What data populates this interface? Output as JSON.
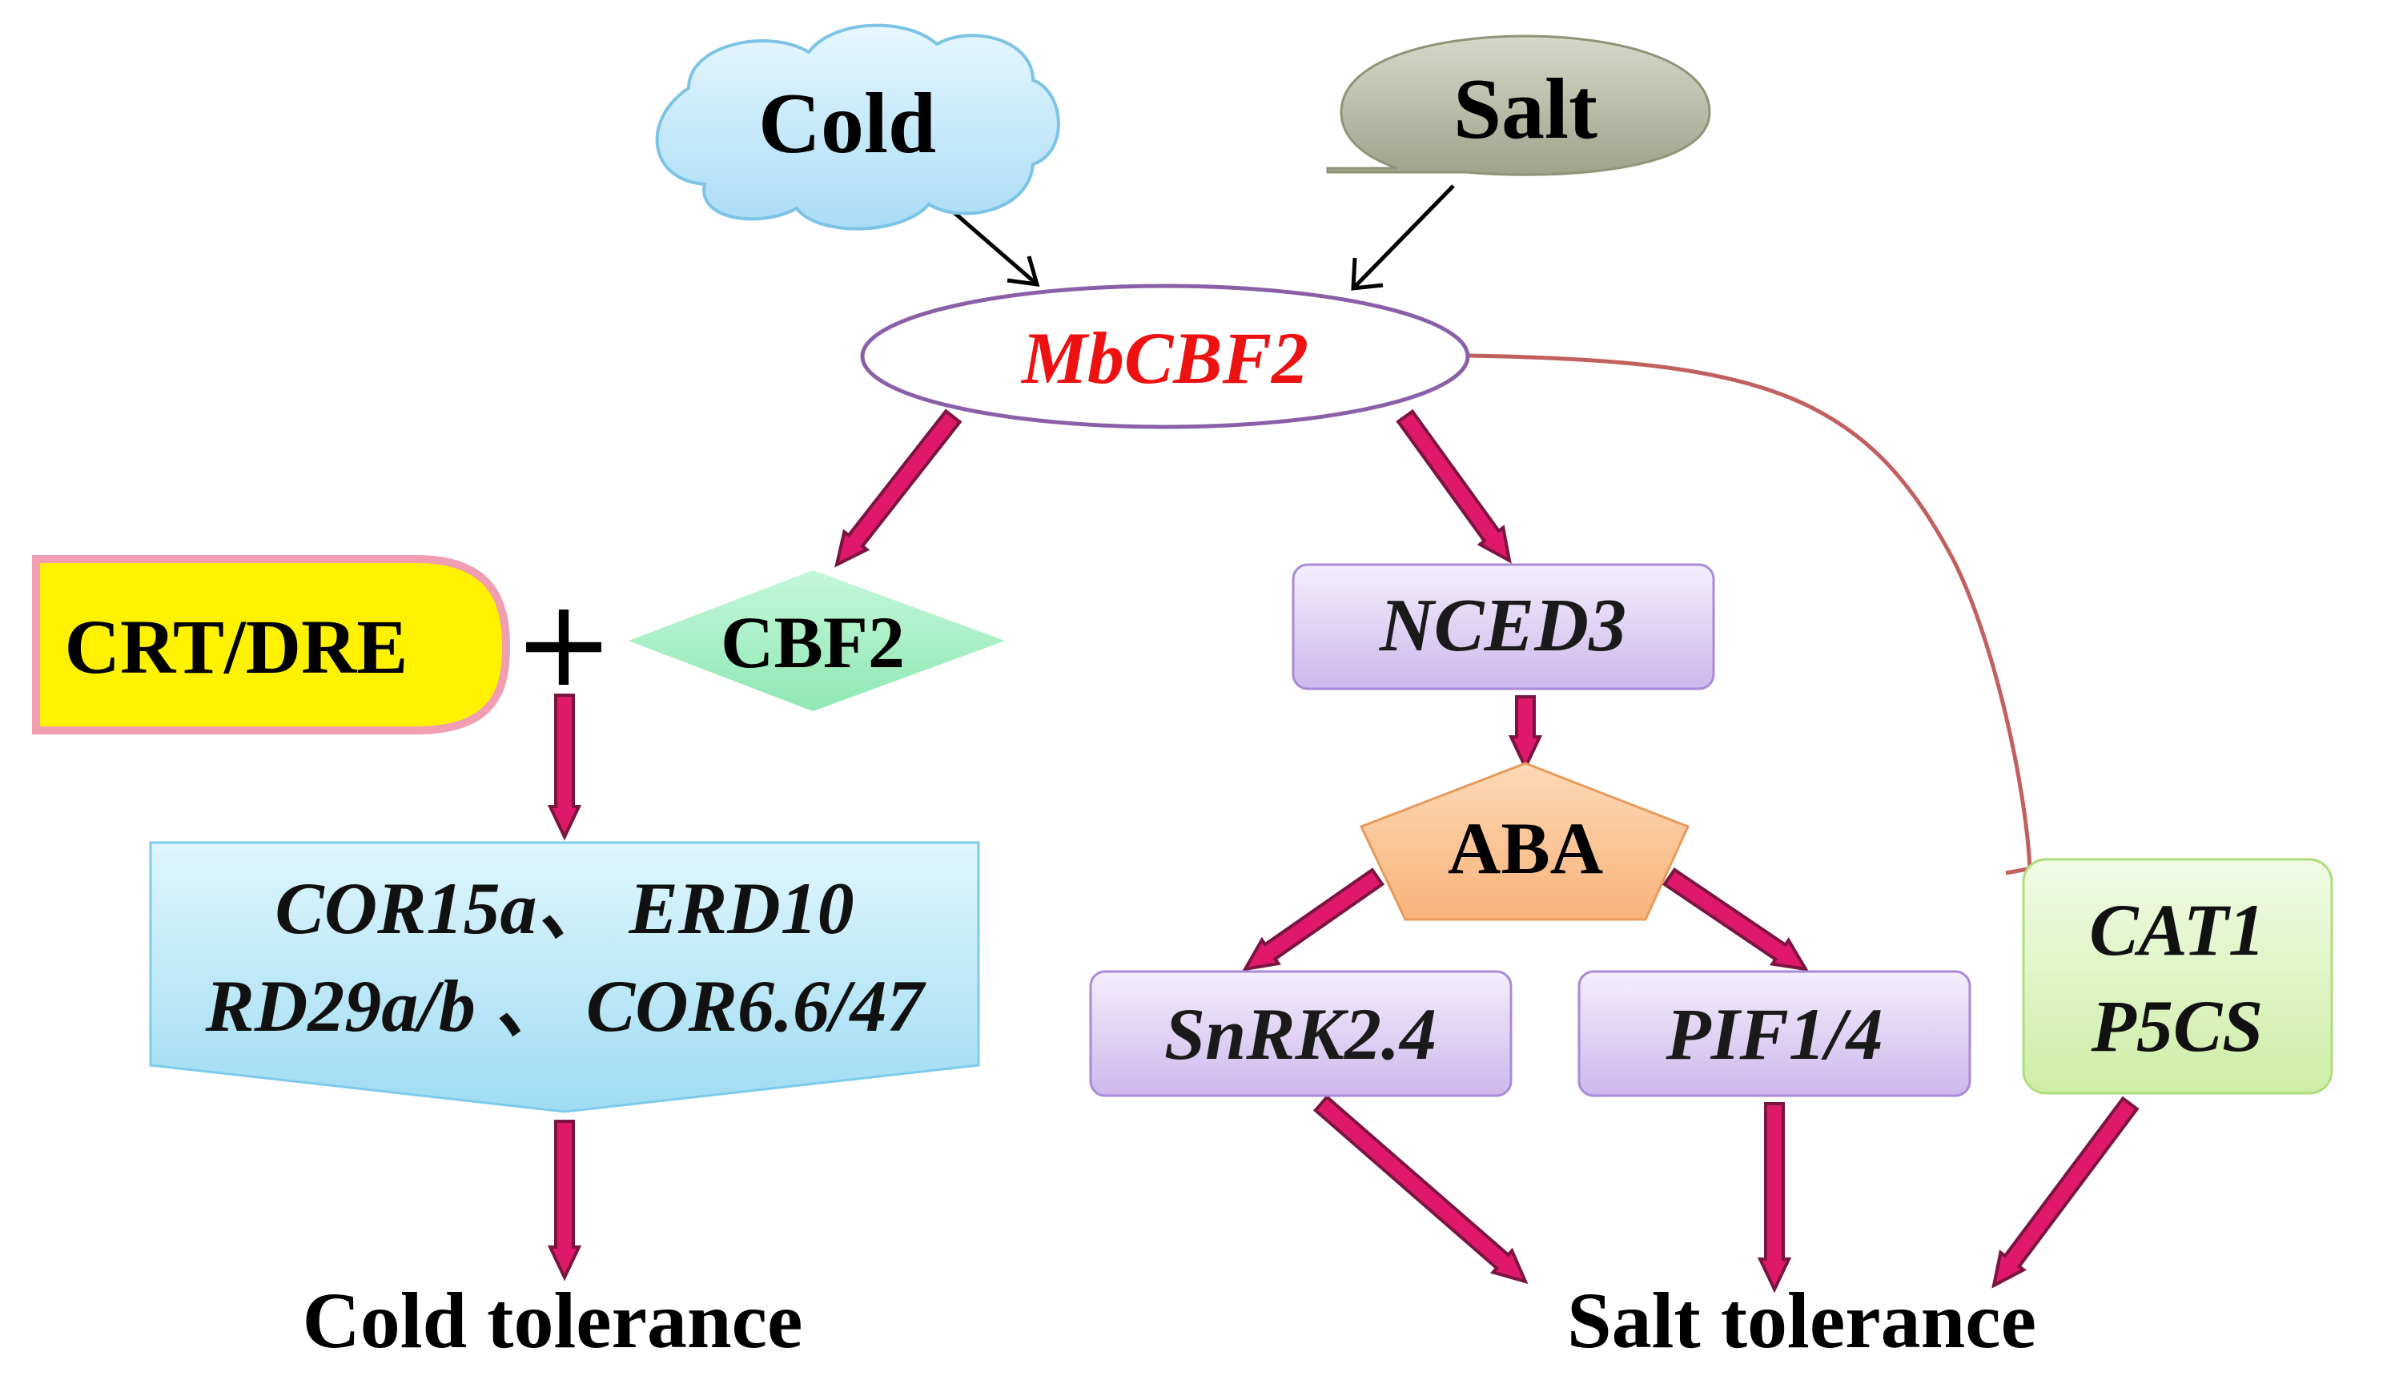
{
  "nodes": {
    "cold": "Cold",
    "salt": "Salt",
    "mbcbf2": "MbCBF2",
    "crt_dre": "CRT/DRE",
    "plus": "+",
    "cbf2": "CBF2",
    "nced3": "NCED3",
    "aba": "ABA",
    "cor_line1": "COR15a、 ERD10",
    "cor_line2": "RD29a/b 、 COR6.6/47",
    "snrk": "SnRK2.4",
    "pif": "PIF1/4",
    "cat1": "CAT1",
    "p5cs": "P5CS",
    "cold_tolerance": "Cold tolerance",
    "salt_tolerance": "Salt tolerance"
  },
  "colors": {
    "thick_arrow_fill": "#e0186a",
    "thick_arrow_stroke": "#7a1440",
    "thin_arrow": "#000000",
    "inhibit_line": "#c2605f",
    "mbcbf2_text": "#ee1111",
    "cloud_fill": "#c5ebfb",
    "salt_fill": "#b7bca6",
    "crt_fill": "#ffff00",
    "cbf2_fill": "#a8f0c4",
    "purple_fill": "#e3d6f5",
    "aba_fill": "#fcc899",
    "cor_fill": "#c8effb",
    "green_fill": "#dff6c2"
  }
}
